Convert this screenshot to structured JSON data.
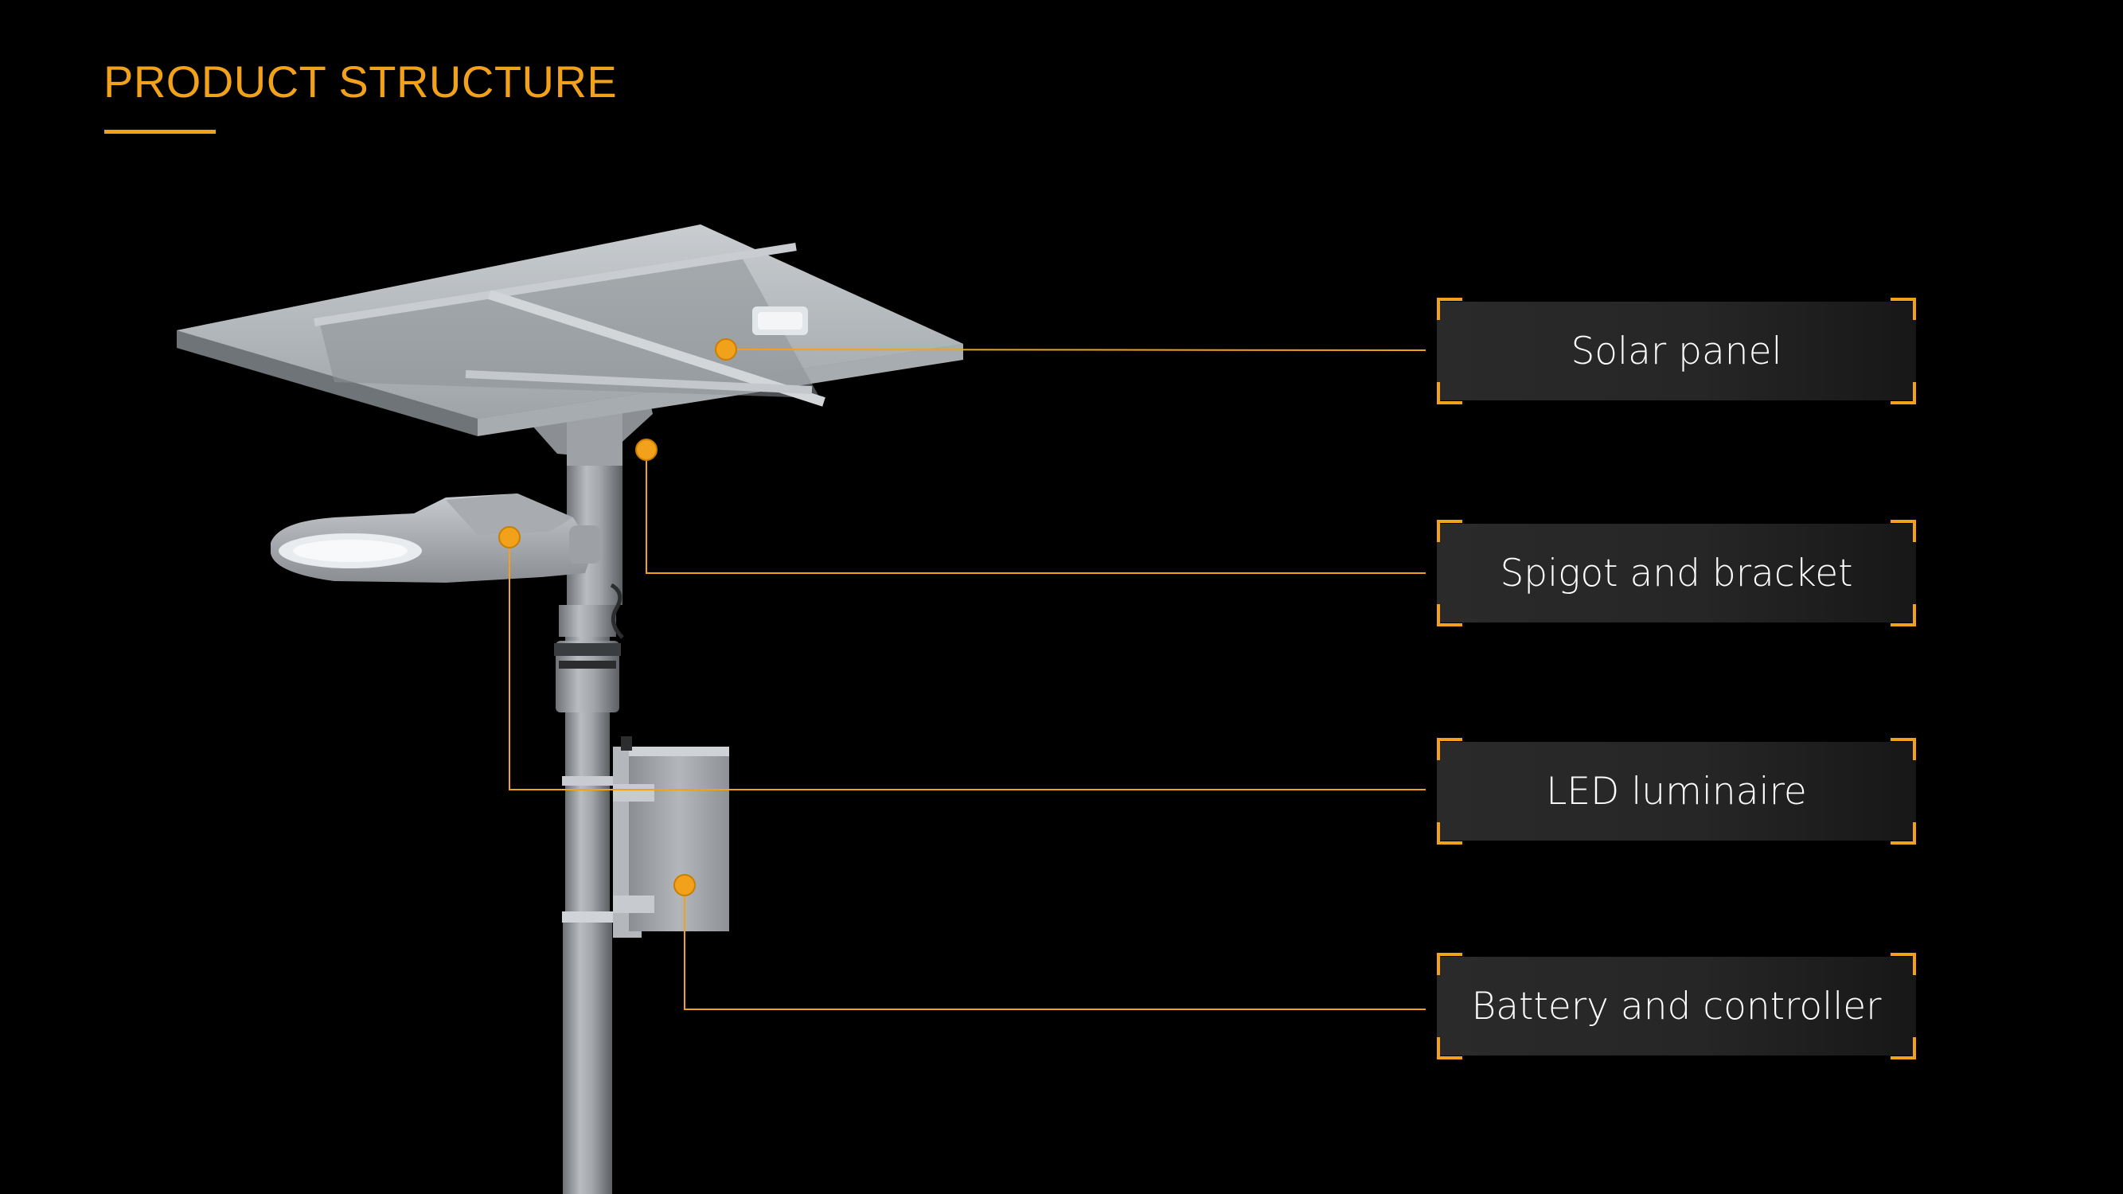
{
  "header": {
    "title": "PRODUCT STRUCTURE"
  },
  "theme": {
    "background": "#000000",
    "accent": "#f2a11b",
    "label_background": "#262626",
    "label_text": "#ffffff",
    "pole_color": "#9a9ea2"
  },
  "callouts": [
    {
      "label": "Solar panel"
    },
    {
      "label": "Spigot and bracket"
    },
    {
      "label": "LED luminaire"
    },
    {
      "label": "Battery and controller"
    }
  ]
}
